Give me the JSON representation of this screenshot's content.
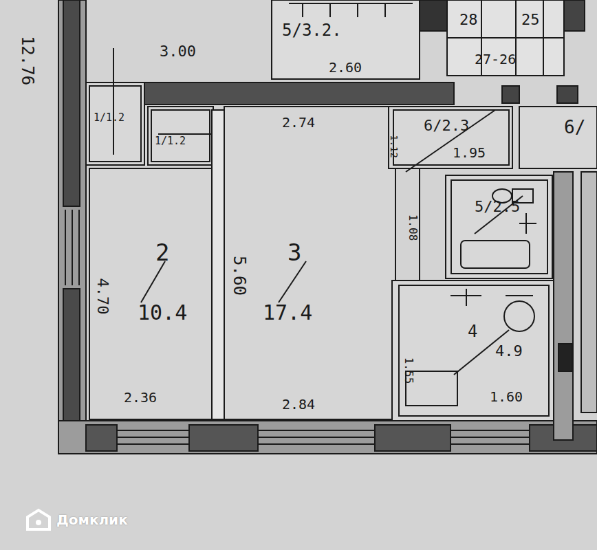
{
  "diagram": {
    "labels": [
      "12.76",
      "3.00",
      "5/3.2.",
      "2.60",
      "28",
      "25",
      "27-26",
      "6/",
      "1/1.2",
      "1/1.2",
      "2.74",
      "6/2.3",
      "1.12",
      "1.95",
      "5/2.5",
      "1.08",
      "4.70",
      "2",
      "10.4",
      "5.60",
      "3",
      "17.4",
      "1.55",
      "4",
      "4.9",
      "1.60",
      "2.36",
      "2.84",
      "Домклик"
    ]
  }
}
